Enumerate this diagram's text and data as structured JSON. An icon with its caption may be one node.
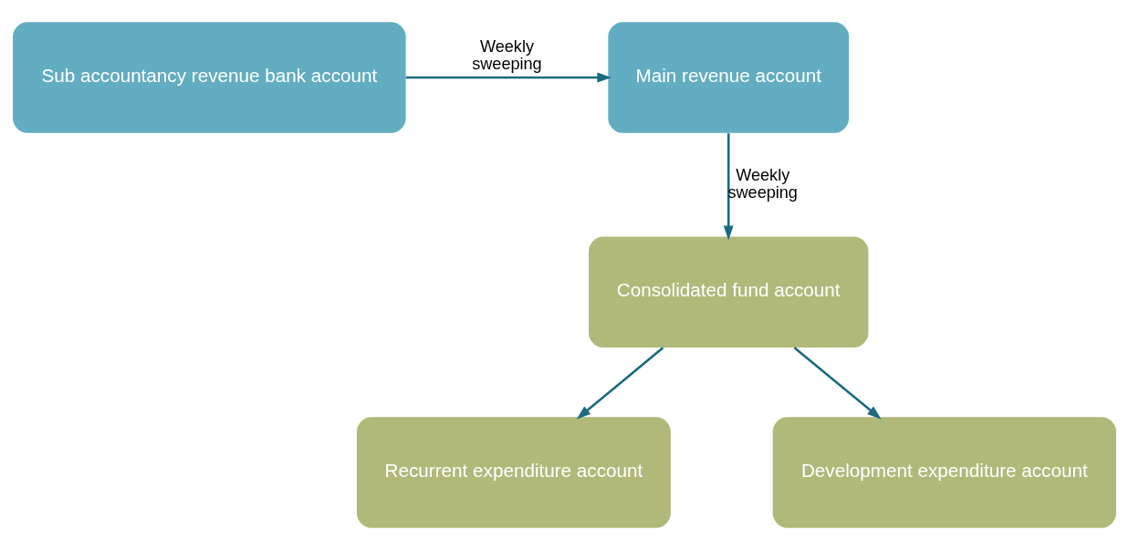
{
  "diagram": {
    "nodes": [
      {
        "text": [
          "Main revenue account"
        ]
      },
      {
        "text": [
          "Sub accountancy revenue bank account"
        ]
      },
      {
        "text": [
          "Consolidated fund account"
        ]
      },
      {
        "text": [
          "Recurrent expenditure account"
        ]
      },
      {
        "text": [
          "Development expenditure account"
        ]
      }
    ],
    "edges": [
      {
        "from": 1,
        "to": 0,
        "arrow": "to",
        "label": "Weekly sweeping"
      },
      {
        "from": 0,
        "to": 2,
        "arrow": "to",
        "label": "Weekly sweeping"
      },
      {
        "from": 2,
        "to": 3,
        "arrow": "to"
      },
      {
        "from": 2,
        "to": 4,
        "arrow": "to"
      }
    ]
  }
}
